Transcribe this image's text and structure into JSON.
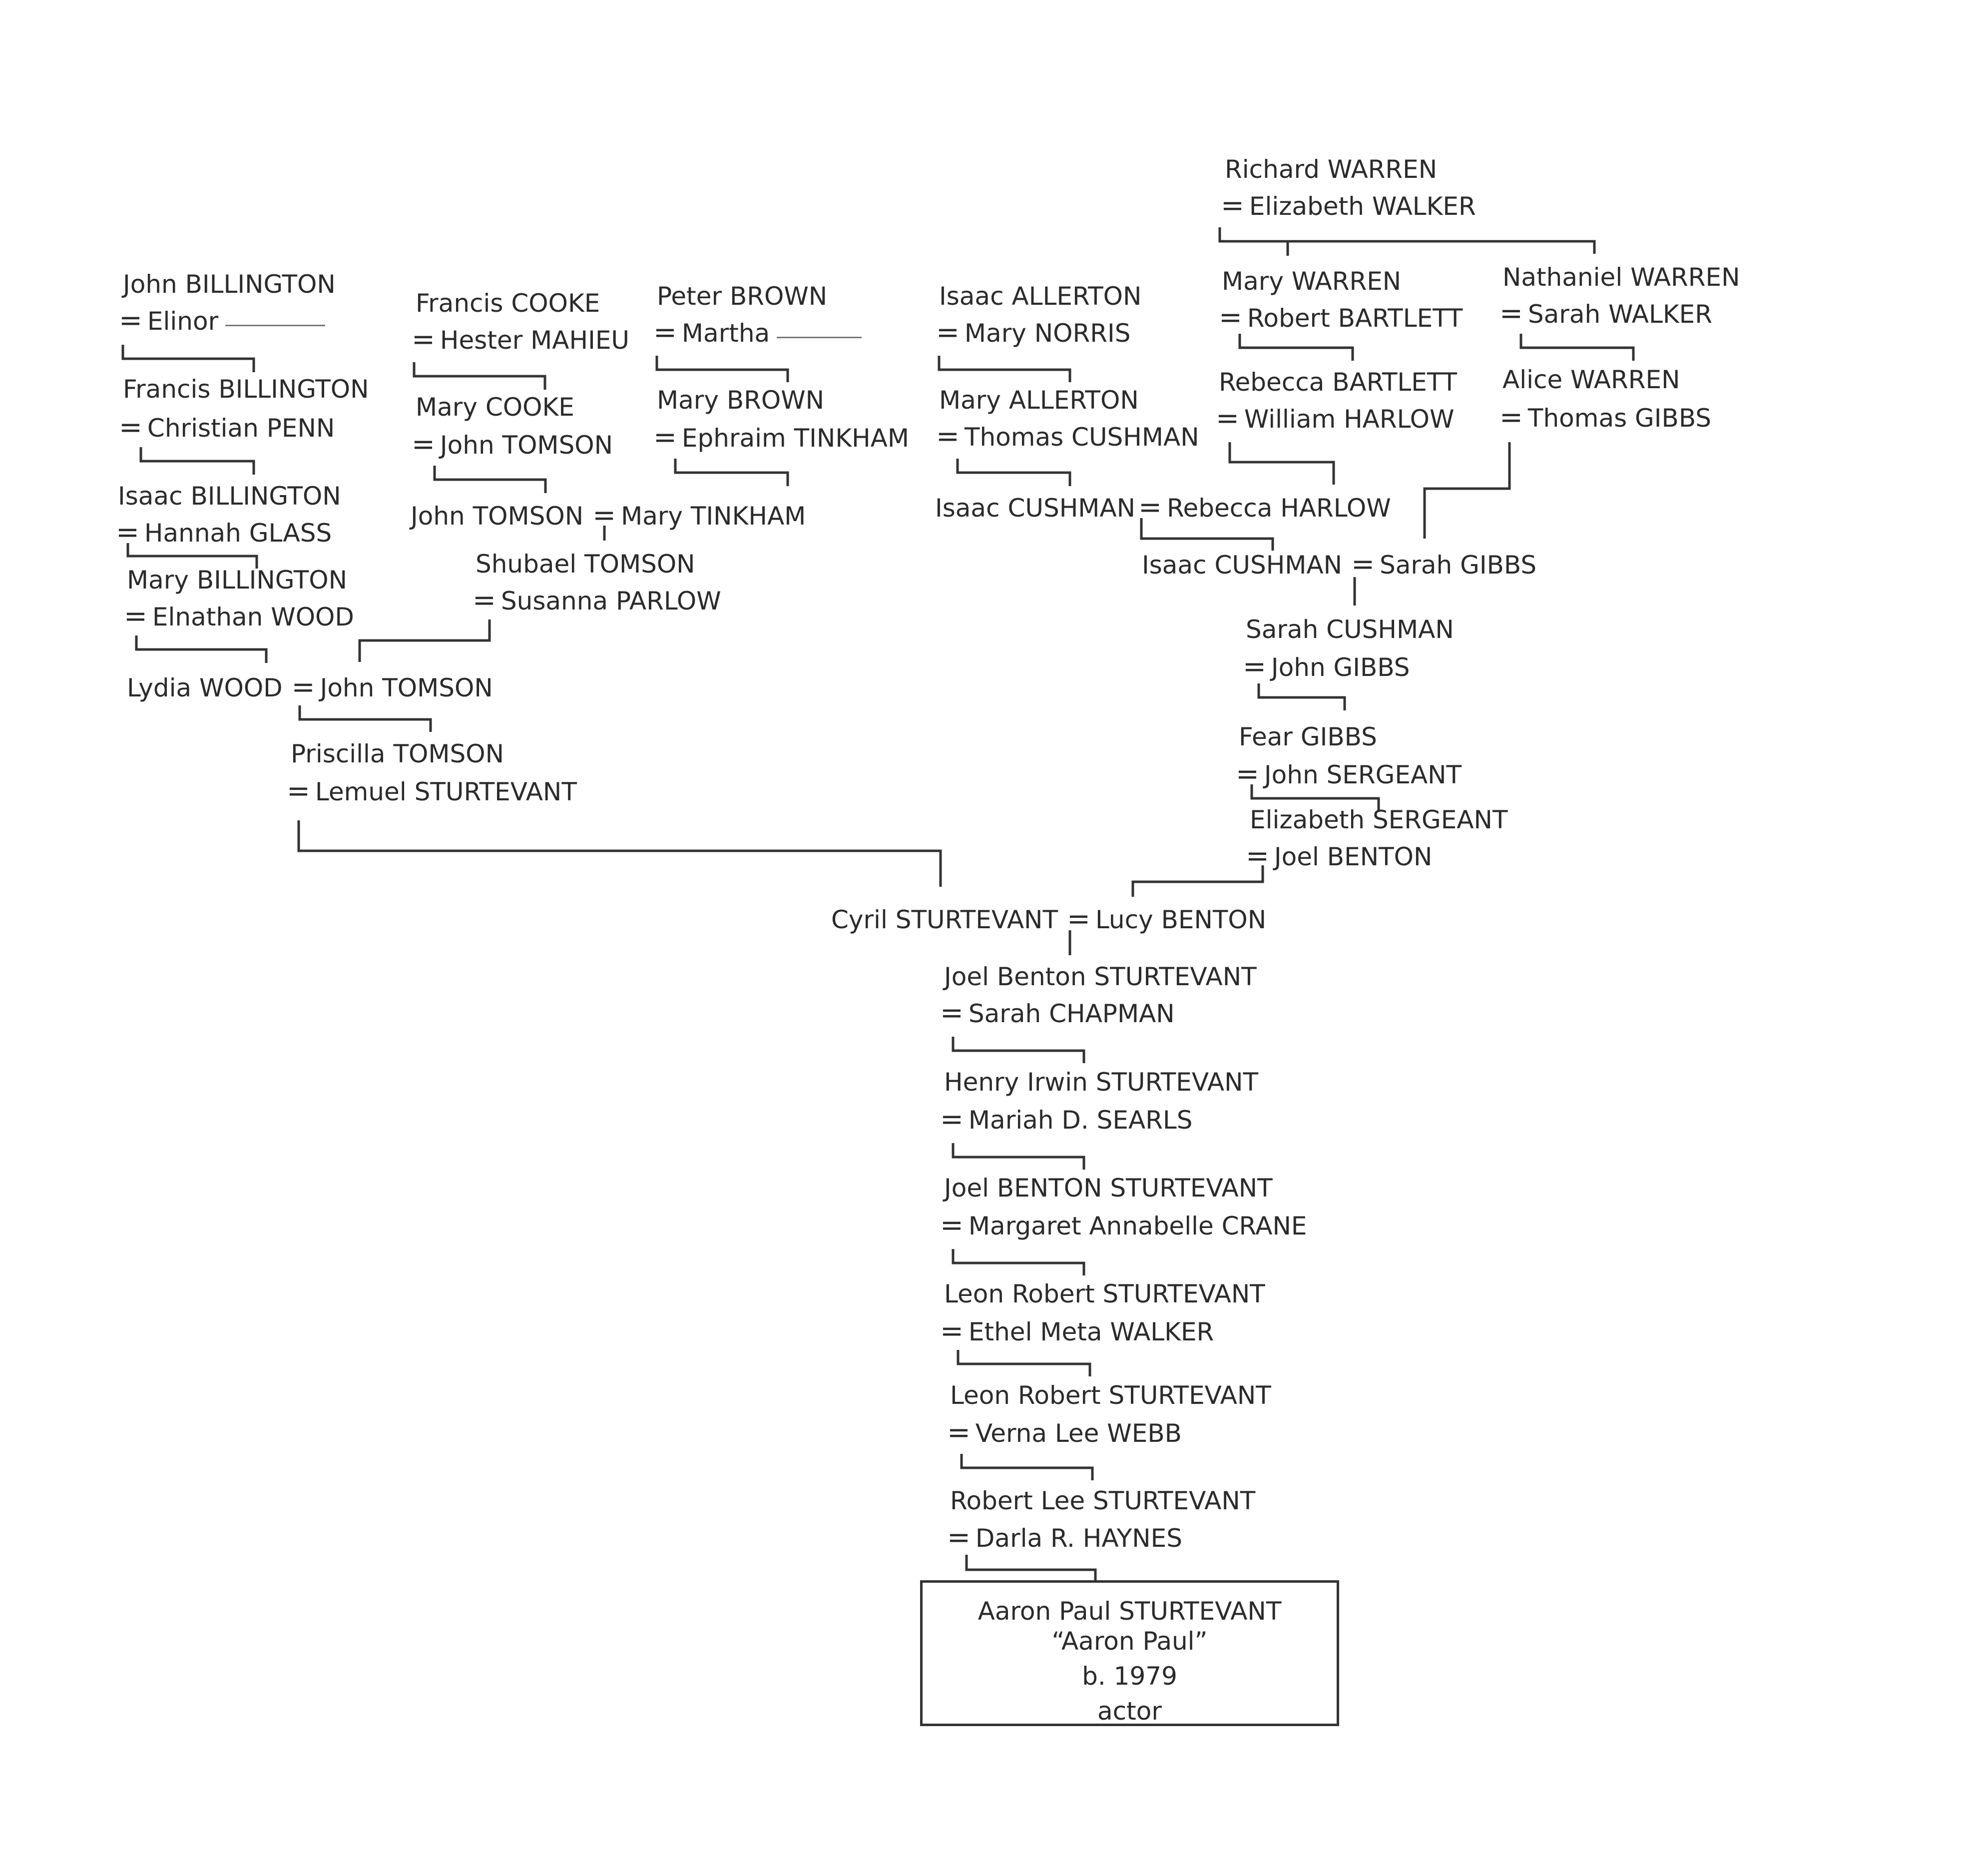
{
  "people": {
    "richard_warren": "Richard WARREN",
    "elizabeth_walker": "Elizabeth WALKER",
    "john_billington": "John BILLINGTON",
    "elinor": "Elinor",
    "francis_cooke": "Francis COOKE",
    "hester_mahieu": "Hester MAHIEU",
    "peter_brown": "Peter BROWN",
    "martha": "Martha",
    "isaac_allerton": "Isaac ALLERTON",
    "mary_norris": "Mary NORRIS",
    "mary_warren": "Mary WARREN",
    "robert_bartlett": "Robert BARTLETT",
    "nathaniel_warren": "Nathaniel WARREN",
    "sarah_walker": "Sarah WALKER",
    "francis_billington": "Francis BILLINGTON",
    "christian_penn": "Christian PENN",
    "mary_cooke": "Mary COOKE",
    "john_tomson_1": "John TOMSON",
    "mary_brown": "Mary BROWN",
    "ephraim_tinkham": "Ephraim TINKHAM",
    "mary_allerton": "Mary ALLERTON",
    "thomas_cushman": "Thomas CUSHMAN",
    "rebecca_bartlett": "Rebecca BARTLETT",
    "william_harlow": "William HARLOW",
    "alice_warren": "Alice WARREN",
    "thomas_gibbs": "Thomas GIBBS",
    "isaac_billington": "Isaac BILLINGTON",
    "hannah_glass": "Hannah GLASS",
    "john_tomson_2": "John TOMSON",
    "mary_tinkham": "Mary TINKHAM",
    "isaac_cushman_1": "Isaac CUSHMAN",
    "rebecca_harlow": "Rebecca HARLOW",
    "mary_billington": "Mary BILLINGTON",
    "elnathan_wood": "Elnathan WOOD",
    "shubael_tomson": "Shubael TOMSON",
    "susanna_parlow": "Susanna PARLOW",
    "isaac_cushman_2": "Isaac CUSHMAN",
    "sarah_gibbs": "Sarah GIBBS",
    "sarah_cushman": "Sarah CUSHMAN",
    "john_gibbs": "John GIBBS",
    "lydia_wood": "Lydia WOOD",
    "john_tomson_3": "John TOMSON",
    "fear_gibbs": "Fear GIBBS",
    "john_sergeant": "John SERGEANT",
    "priscilla_tomson": "Priscilla TOMSON",
    "lemuel_sturtevant": "Lemuel STURTEVANT",
    "elizabeth_sergeant": "Elizabeth SERGEANT",
    "joel_benton": "Joel BENTON",
    "cyril_sturtevant": "Cyril STURTEVANT",
    "lucy_benton": "Lucy BENTON",
    "joel_benton_sturtevant_1": "Joel Benton STURTEVANT",
    "sarah_chapman": "Sarah CHAPMAN",
    "henry_irwin_sturtevant": "Henry Irwin STURTEVANT",
    "mariah_searls": "Mariah D. SEARLS",
    "joel_benton_sturtevant_2": "Joel BENTON STURTEVANT",
    "margaret_crane": "Margaret Annabelle CRANE",
    "leon_robert_sturtevant_1": "Leon Robert STURTEVANT",
    "ethel_walker": "Ethel Meta WALKER",
    "leon_robert_sturtevant_2": "Leon Robert STURTEVANT",
    "verna_webb": "Verna Lee WEBB",
    "robert_lee_sturtevant": "Robert Lee STURTEVANT",
    "darla_haynes": "Darla R. HAYNES"
  },
  "subject": {
    "name": "Aaron Paul STURTEVANT",
    "alias": "“Aaron Paul”",
    "birth": "b. 1979",
    "occupation": "actor"
  },
  "marriage_symbol": "="
}
